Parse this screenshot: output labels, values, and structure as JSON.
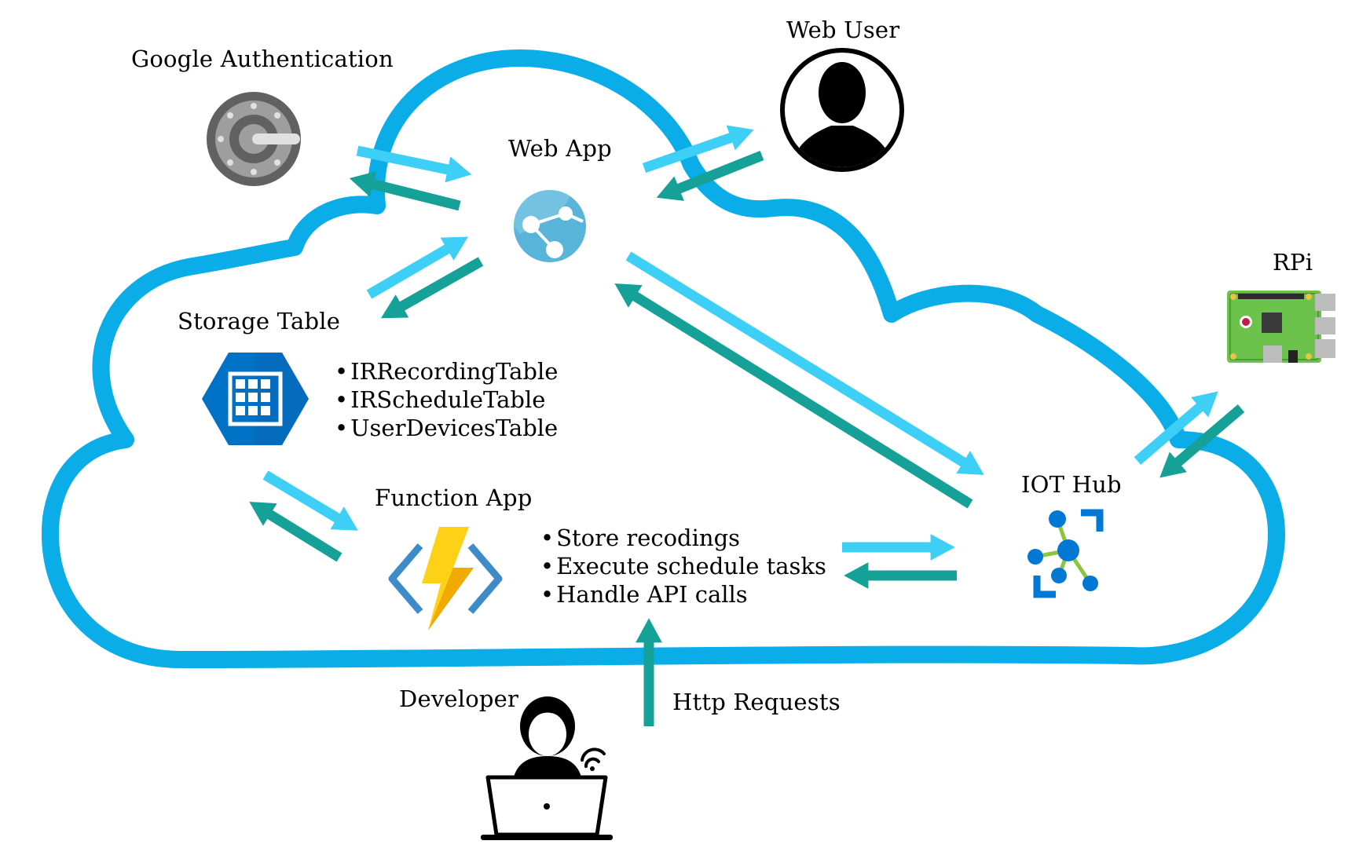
{
  "labels": {
    "google_auth": "Google Authentication",
    "web_user": "Web User",
    "web_app": "Web App",
    "storage_table": "Storage Table",
    "function_app": "Function App",
    "iot_hub": "IOT Hub",
    "rpi": "RPi",
    "developer": "Developer",
    "http_requests": "Http Requests"
  },
  "storage_tables": [
    "IRRecordingTable",
    "IRScheduleTable",
    "UserDevicesTable"
  ],
  "function_tasks": [
    "Store recodings",
    "Execute schedule tasks",
    "Handle API calls"
  ],
  "icons": {
    "google_auth": "google-authenticator-icon",
    "web_user": "user-silhouette-icon",
    "web_app": "azure-web-app-icon",
    "storage_table": "azure-storage-table-icon",
    "function_app": "azure-function-app-icon",
    "iot_hub": "azure-iot-hub-icon",
    "rpi": "raspberry-pi-board-icon",
    "developer": "developer-laptop-icon"
  },
  "colors": {
    "cloud_outline": "#0AADE8",
    "arrow_outbound": "#3DCFF5",
    "arrow_inbound": "#16A198",
    "azure_blue": "#0078D4",
    "function_bolt": "#FCD116",
    "rpi_green": "#6CC24A"
  }
}
